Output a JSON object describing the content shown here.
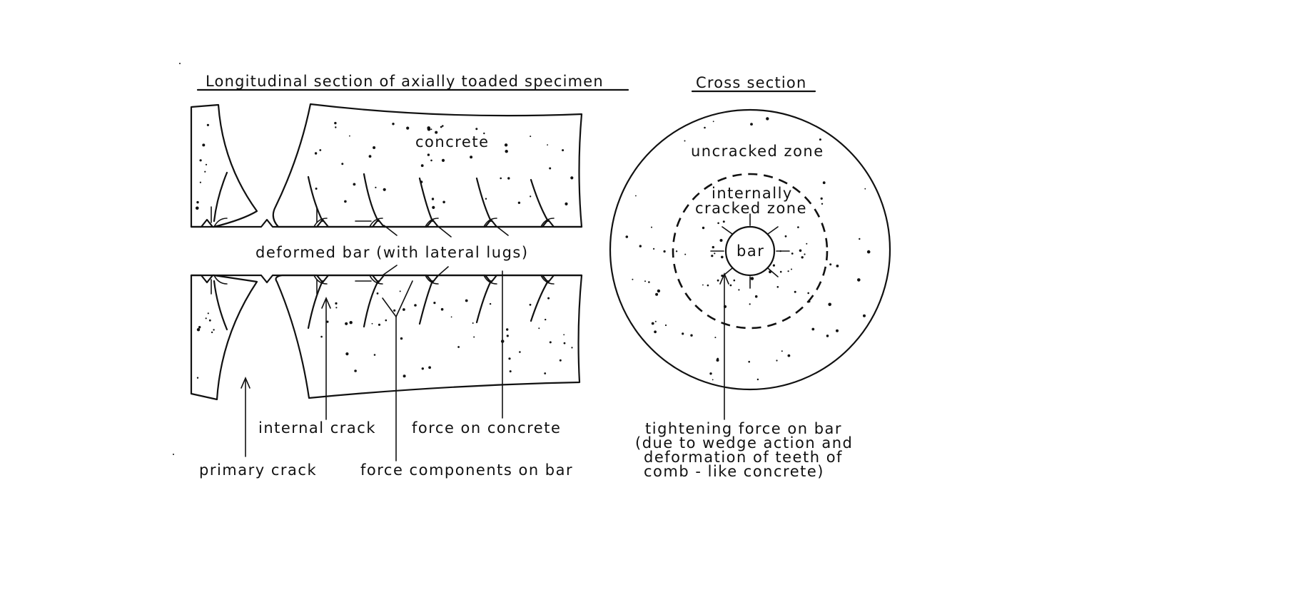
{
  "titles": {
    "longitudinal": "Longitudinal section of axially toaded specimen",
    "cross": "Cross section"
  },
  "labels": {
    "concrete": "concrete",
    "deformed_bar": "deformed bar (with lateral lugs)",
    "internal_crack": "internal crack",
    "force_on_concrete": "force on concrete",
    "primary_crack": "primary crack",
    "force_components": "force components on bar",
    "uncracked_zone": "uncracked zone",
    "internally": "internally",
    "cracked_zone": "cracked zone",
    "bar": "bar",
    "tightening_1": "tightening force on bar",
    "tightening_2": "(due to wedge action and",
    "tightening_3": "deformation of teeth of",
    "tightening_4": "comb - like concrete)"
  }
}
